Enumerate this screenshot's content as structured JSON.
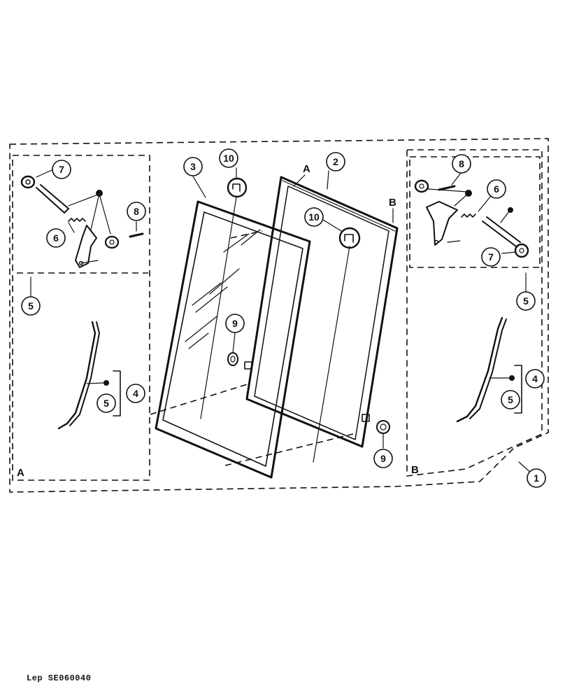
{
  "labels": {
    "corner_a_bottom": "A",
    "corner_b_bottom": "B",
    "frame_top_a": "A",
    "frame_top_b": "B"
  },
  "callouts": {
    "c1": "1",
    "c2": "2",
    "c3": "3",
    "c4_left": "4",
    "c4_right": "4",
    "c5_left_top": "5",
    "c5_left_bracket": "5",
    "c5_right_top": "5",
    "c5_right_bracket": "5",
    "c6_left": "6",
    "c6_right": "6",
    "c7_left": "7",
    "c7_right": "7",
    "c8_left": "8",
    "c8_right": "8",
    "c9_center": "9",
    "c9_right": "9",
    "c10_left": "10",
    "c10_right": "10"
  },
  "footer": "Lep SE060040"
}
